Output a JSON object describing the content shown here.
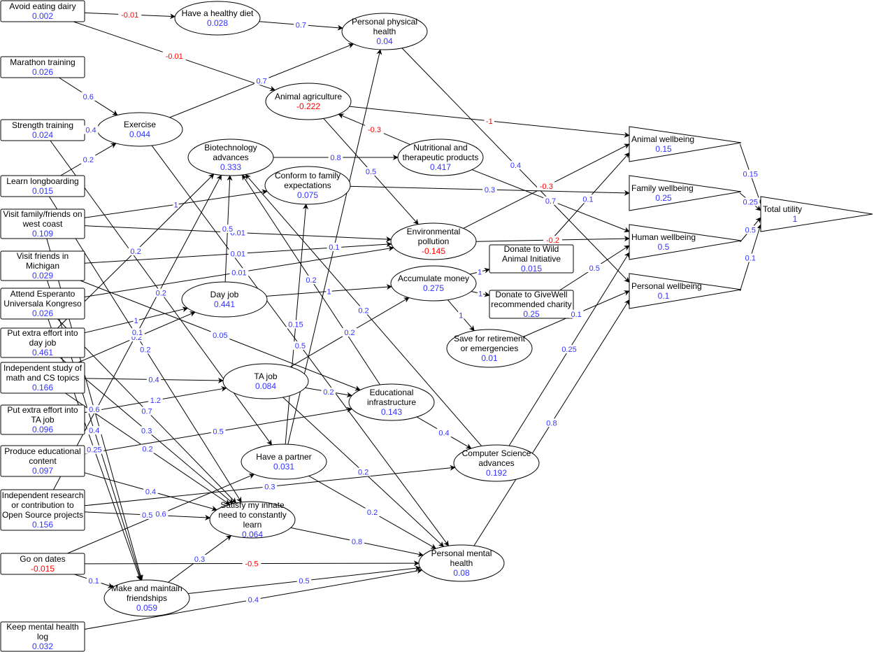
{
  "colors": {
    "positive": "#3333ff",
    "negative": "#ff0000",
    "line": "#000000",
    "text": "#000000"
  },
  "nodes": [
    {
      "id": "avoid_dairy",
      "label": "Avoid eating dairy",
      "value": "0.002"
    },
    {
      "id": "marathon",
      "label": "Marathon training",
      "value": "0.026"
    },
    {
      "id": "strength",
      "label": "Strength training",
      "value": "0.024"
    },
    {
      "id": "longboard",
      "label": "Learn longboarding",
      "value": "0.015"
    },
    {
      "id": "visit_wc",
      "label": "Visit family/friends on west coast",
      "value": "0.109"
    },
    {
      "id": "visit_mi",
      "label": "Visit friends in Michigan",
      "value": "0.029"
    },
    {
      "id": "esperanto",
      "label": "Attend Esperanto Universala Kongreso",
      "value": "0.026"
    },
    {
      "id": "extra_day",
      "label": "Put extra effort into day job",
      "value": "0.461"
    },
    {
      "id": "indep_study",
      "label": "Independent study of math and CS topics",
      "value": "0.166"
    },
    {
      "id": "extra_ta",
      "label": "Put extra effort into TA job",
      "value": "0.096"
    },
    {
      "id": "produce_edu",
      "label": "Produce educational content",
      "value": "0.097"
    },
    {
      "id": "indep_research",
      "label": "Independent research or contribution to Open Source projects",
      "value": "0.156"
    },
    {
      "id": "dates",
      "label": "Go on dates",
      "value": "-0.015"
    },
    {
      "id": "mh_log",
      "label": "Keep mental health log",
      "value": "0.032"
    },
    {
      "id": "healthy_diet",
      "label": "Have a healthy diet",
      "value": "0.028"
    },
    {
      "id": "exercise",
      "label": "Exercise",
      "value": "0.044"
    },
    {
      "id": "phys_health",
      "label": "Personal physical health",
      "value": "0.04"
    },
    {
      "id": "animal_ag",
      "label": "Animal agriculture",
      "value": "-0.222"
    },
    {
      "id": "biotech",
      "label": "Biotechnology advances",
      "value": "0.333"
    },
    {
      "id": "conform",
      "label": "Conform to family expectations",
      "value": "0.075"
    },
    {
      "id": "nutri",
      "label": "Nutritional and therapeutic products",
      "value": "0.417"
    },
    {
      "id": "env_poll",
      "label": "Environmental pollution",
      "value": "-0.145"
    },
    {
      "id": "accum",
      "label": "Accumulate money",
      "value": "0.275"
    },
    {
      "id": "day_job",
      "label": "Day job",
      "value": "0.441"
    },
    {
      "id": "retire",
      "label": "Save for retirement or emergencies",
      "value": "0.01"
    },
    {
      "id": "ta_job",
      "label": "TA job",
      "value": "0.084"
    },
    {
      "id": "edu_infra",
      "label": "Educational infrastructure",
      "value": "0.143"
    },
    {
      "id": "partner",
      "label": "Have a partner",
      "value": "0.031"
    },
    {
      "id": "learn",
      "label": "Satisfy my innate need to constantly learn",
      "value": "0.064"
    },
    {
      "id": "cs_adv",
      "label": "Computer Science advances",
      "value": "0.192"
    },
    {
      "id": "mental",
      "label": "Personal mental health",
      "value": "0.08"
    },
    {
      "id": "friendships",
      "label": "Make and maintain friendships",
      "value": "0.059"
    },
    {
      "id": "donate_wai",
      "label": "Donate to Wild Animal Initiative",
      "value": "0.015"
    },
    {
      "id": "donate_gw",
      "label": "Donate to GiveWell recommended charity",
      "value": "0.25"
    },
    {
      "id": "animal_wb",
      "label": "Animal wellbeing",
      "value": "0.15"
    },
    {
      "id": "family_wb",
      "label": "Family wellbeing",
      "value": "0.25"
    },
    {
      "id": "human_wb",
      "label": "Human wellbeing",
      "value": "0.5"
    },
    {
      "id": "personal_wb",
      "label": "Personal wellbeing",
      "value": "0.1"
    },
    {
      "id": "total",
      "label": "Total utility",
      "value": "1"
    }
  ],
  "edges": [
    {
      "from": "avoid_dairy",
      "to": "healthy_diet",
      "label": "-0.01"
    },
    {
      "from": "avoid_dairy",
      "to": "animal_ag",
      "label": "-0.01"
    },
    {
      "from": "healthy_diet",
      "to": "phys_health",
      "label": "0.7"
    },
    {
      "from": "marathon",
      "to": "exercise",
      "label": "0.6"
    },
    {
      "from": "strength",
      "to": "exercise",
      "label": "0.4"
    },
    {
      "from": "longboard",
      "to": "exercise",
      "label": "0.2"
    },
    {
      "from": "exercise",
      "to": "phys_health",
      "label": "0.7"
    },
    {
      "from": "exercise",
      "to": "mental",
      "label": "0.5"
    },
    {
      "from": "strength",
      "to": "partner",
      "label": "0.2"
    },
    {
      "from": "longboard",
      "to": "learn",
      "label": "0.2"
    },
    {
      "from": "phys_health",
      "to": "personal_wb",
      "label": "0.4"
    },
    {
      "from": "animal_ag",
      "to": "animal_wb",
      "label": "-1"
    },
    {
      "from": "animal_ag",
      "to": "env_poll",
      "label": "0.5"
    },
    {
      "from": "nutri",
      "to": "animal_ag",
      "label": "-0.3"
    },
    {
      "from": "nutri",
      "to": "human_wb",
      "label": "0.7"
    },
    {
      "from": "biotech",
      "to": "nutri",
      "label": "0.8"
    },
    {
      "from": "conform",
      "to": "family_wb",
      "label": "0.3"
    },
    {
      "from": "visit_wc",
      "to": "conform",
      "label": "1"
    },
    {
      "from": "visit_wc",
      "to": "env_poll",
      "label": "0.01"
    },
    {
      "from": "visit_mi",
      "to": "env_poll",
      "label": "0.01"
    },
    {
      "from": "esperanto",
      "to": "env_poll",
      "label": "0.01"
    },
    {
      "from": "visit_mi",
      "to": "edu_infra",
      "label": "0.05"
    },
    {
      "from": "env_poll",
      "to": "animal_wb",
      "label": "-0.3"
    },
    {
      "from": "env_poll",
      "to": "human_wb",
      "label": "-0.2"
    },
    {
      "from": "day_job",
      "to": "biotech",
      "label": "0.5"
    },
    {
      "from": "day_job",
      "to": "accum",
      "label": "1"
    },
    {
      "from": "extra_day",
      "to": "day_job",
      "label": "1"
    },
    {
      "from": "accum",
      "to": "donate_wai",
      "label": "1"
    },
    {
      "from": "accum",
      "to": "donate_gw",
      "label": "1"
    },
    {
      "from": "accum",
      "to": "retire",
      "label": "1"
    },
    {
      "from": "donate_wai",
      "to": "animal_wb",
      "label": "0.1"
    },
    {
      "from": "donate_gw",
      "to": "human_wb",
      "label": "0.5"
    },
    {
      "from": "retire",
      "to": "personal_wb",
      "label": "0.1"
    },
    {
      "from": "indep_study",
      "to": "ta_job",
      "label": "0.4"
    },
    {
      "from": "indep_study",
      "to": "day_job",
      "label": "0.2"
    },
    {
      "from": "extra_ta",
      "to": "ta_job",
      "label": "1.2"
    },
    {
      "from": "ta_job",
      "to": "accum",
      "label": "0.2"
    },
    {
      "from": "ta_job",
      "to": "edu_infra",
      "label": "0.2"
    },
    {
      "from": "ta_job",
      "to": "mental",
      "label": "0.2"
    },
    {
      "from": "edu_infra",
      "to": "cs_adv",
      "label": "0.4"
    },
    {
      "from": "edu_infra",
      "to": "biotech",
      "label": "0.2"
    },
    {
      "from": "cs_adv",
      "to": "biotech",
      "label": "0.2"
    },
    {
      "from": "cs_adv",
      "to": "human_wb",
      "label": "0.25"
    },
    {
      "from": "produce_edu",
      "to": "edu_infra",
      "label": "0.5"
    },
    {
      "from": "produce_edu",
      "to": "learn",
      "label": "0.4"
    },
    {
      "from": "indep_research",
      "to": "cs_adv",
      "label": "0.3"
    },
    {
      "from": "indep_research",
      "to": "learn",
      "label": "0.5"
    },
    {
      "from": "indep_research",
      "to": "biotech",
      "label": "0.1"
    },
    {
      "from": "partner",
      "to": "phys_health",
      "label": "0.1"
    },
    {
      "from": "partner",
      "to": "conform",
      "label": "0.15"
    },
    {
      "from": "partner",
      "to": "mental",
      "label": "0.2"
    },
    {
      "from": "dates",
      "to": "partner",
      "label": "0.6"
    },
    {
      "from": "dates",
      "to": "mental",
      "label": "-0.5"
    },
    {
      "from": "dates",
      "to": "friendships",
      "label": "0.1"
    },
    {
      "from": "friendships",
      "to": "learn",
      "label": "0.3"
    },
    {
      "from": "friendships",
      "to": "mental",
      "label": "0.5"
    },
    {
      "from": "mh_log",
      "to": "mental",
      "label": "0.4"
    },
    {
      "from": "learn",
      "to": "mental",
      "label": "0.8"
    },
    {
      "from": "mental",
      "to": "personal_wb",
      "label": "0.8"
    },
    {
      "from": "visit_wc",
      "to": "friendships",
      "label": "0.6"
    },
    {
      "from": "visit_mi",
      "to": "friendships",
      "label": "0.4"
    },
    {
      "from": "esperanto",
      "to": "friendships",
      "label": "0.25"
    },
    {
      "from": "esperanto",
      "to": "learn",
      "label": "0.7"
    },
    {
      "from": "extra_day",
      "to": "learn",
      "label": "0.3"
    },
    {
      "from": "indep_study",
      "to": "learn",
      "label": "0.2"
    },
    {
      "from": "extra_day",
      "to": "biotech",
      "label": "0.2"
    },
    {
      "from": "animal_wb",
      "to": "total",
      "label": "0.15"
    },
    {
      "from": "family_wb",
      "to": "total",
      "label": "0.25"
    },
    {
      "from": "human_wb",
      "to": "total",
      "label": "0.5"
    },
    {
      "from": "personal_wb",
      "to": "total",
      "label": "0.1"
    }
  ]
}
